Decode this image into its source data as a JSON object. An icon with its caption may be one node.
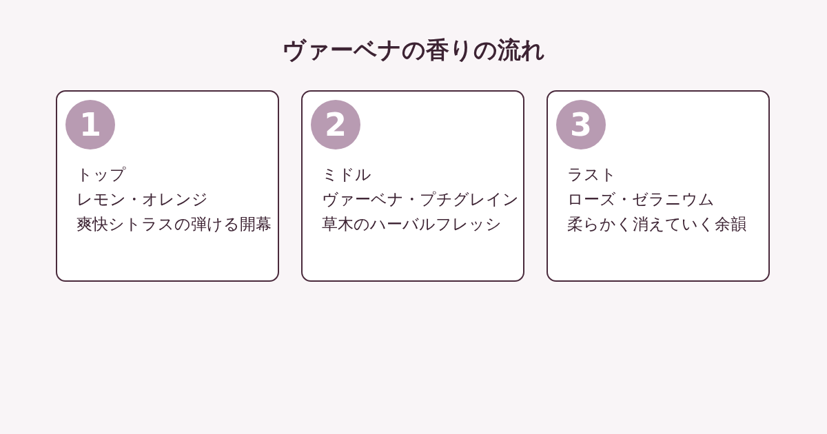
{
  "diagram": {
    "title": "ヴァーベナの香りの流れ",
    "nodes": [
      {
        "text": [
          "トップ",
          "レモン・オレンジ",
          "爽快シトラスの弾ける開幕"
        ]
      },
      {
        "text": [
          "1"
        ],
        "in": 0
      },
      {
        "text": [
          "ミドル",
          "ヴァーベナ・プチグレイン",
          "草木のハーバルフレッシ"
        ]
      },
      {
        "text": [
          "2"
        ],
        "in": 2
      },
      {
        "text": [
          "ラスト",
          "ローズ・ゼラニウム",
          "柔らかく消えていく余韻"
        ]
      },
      {
        "text": [
          "3"
        ],
        "in": 4
      }
    ]
  }
}
